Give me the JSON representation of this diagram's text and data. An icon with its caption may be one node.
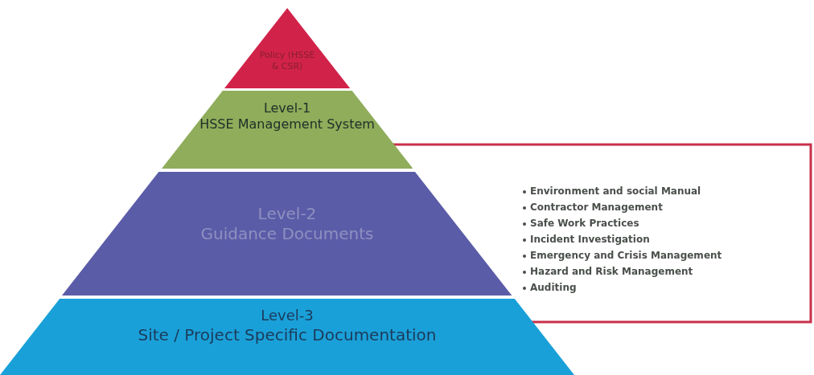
{
  "diagram": {
    "nodes": [
      {
        "text": [
          "Policy (HSSE & CSR)"
        ]
      },
      {
        "text": [
          "Level-1",
          "HSSE Management System"
        ]
      },
      {
        "text": [
          "Level-2",
          "Guidance Documents"
        ]
      },
      {
        "text": [
          "Level-3",
          "Site / Project Specific Documentation"
        ]
      }
    ],
    "labels": [
      "Environment  and social Manual",
      "Contractor Management",
      "Safe Work Practices",
      "Incident Investigation",
      "Emergency and Crisis Management",
      "Hazard and Risk Management",
      "Auditing"
    ]
  }
}
